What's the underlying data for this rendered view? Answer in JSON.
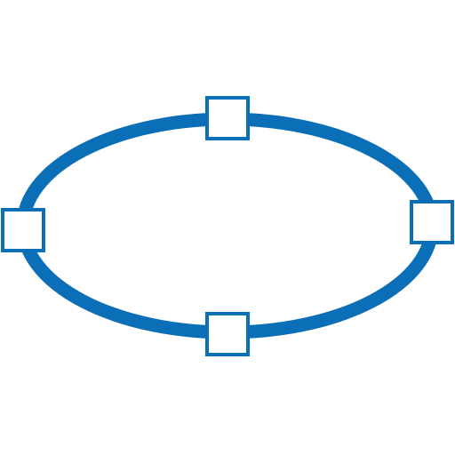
{
  "icon": {
    "name": "ellipse-with-anchor-points-icon",
    "stroke_color": "#0b6fb8",
    "handle_fill": "#ffffff",
    "anchor_points": [
      "top",
      "right",
      "bottom",
      "left"
    ]
  }
}
